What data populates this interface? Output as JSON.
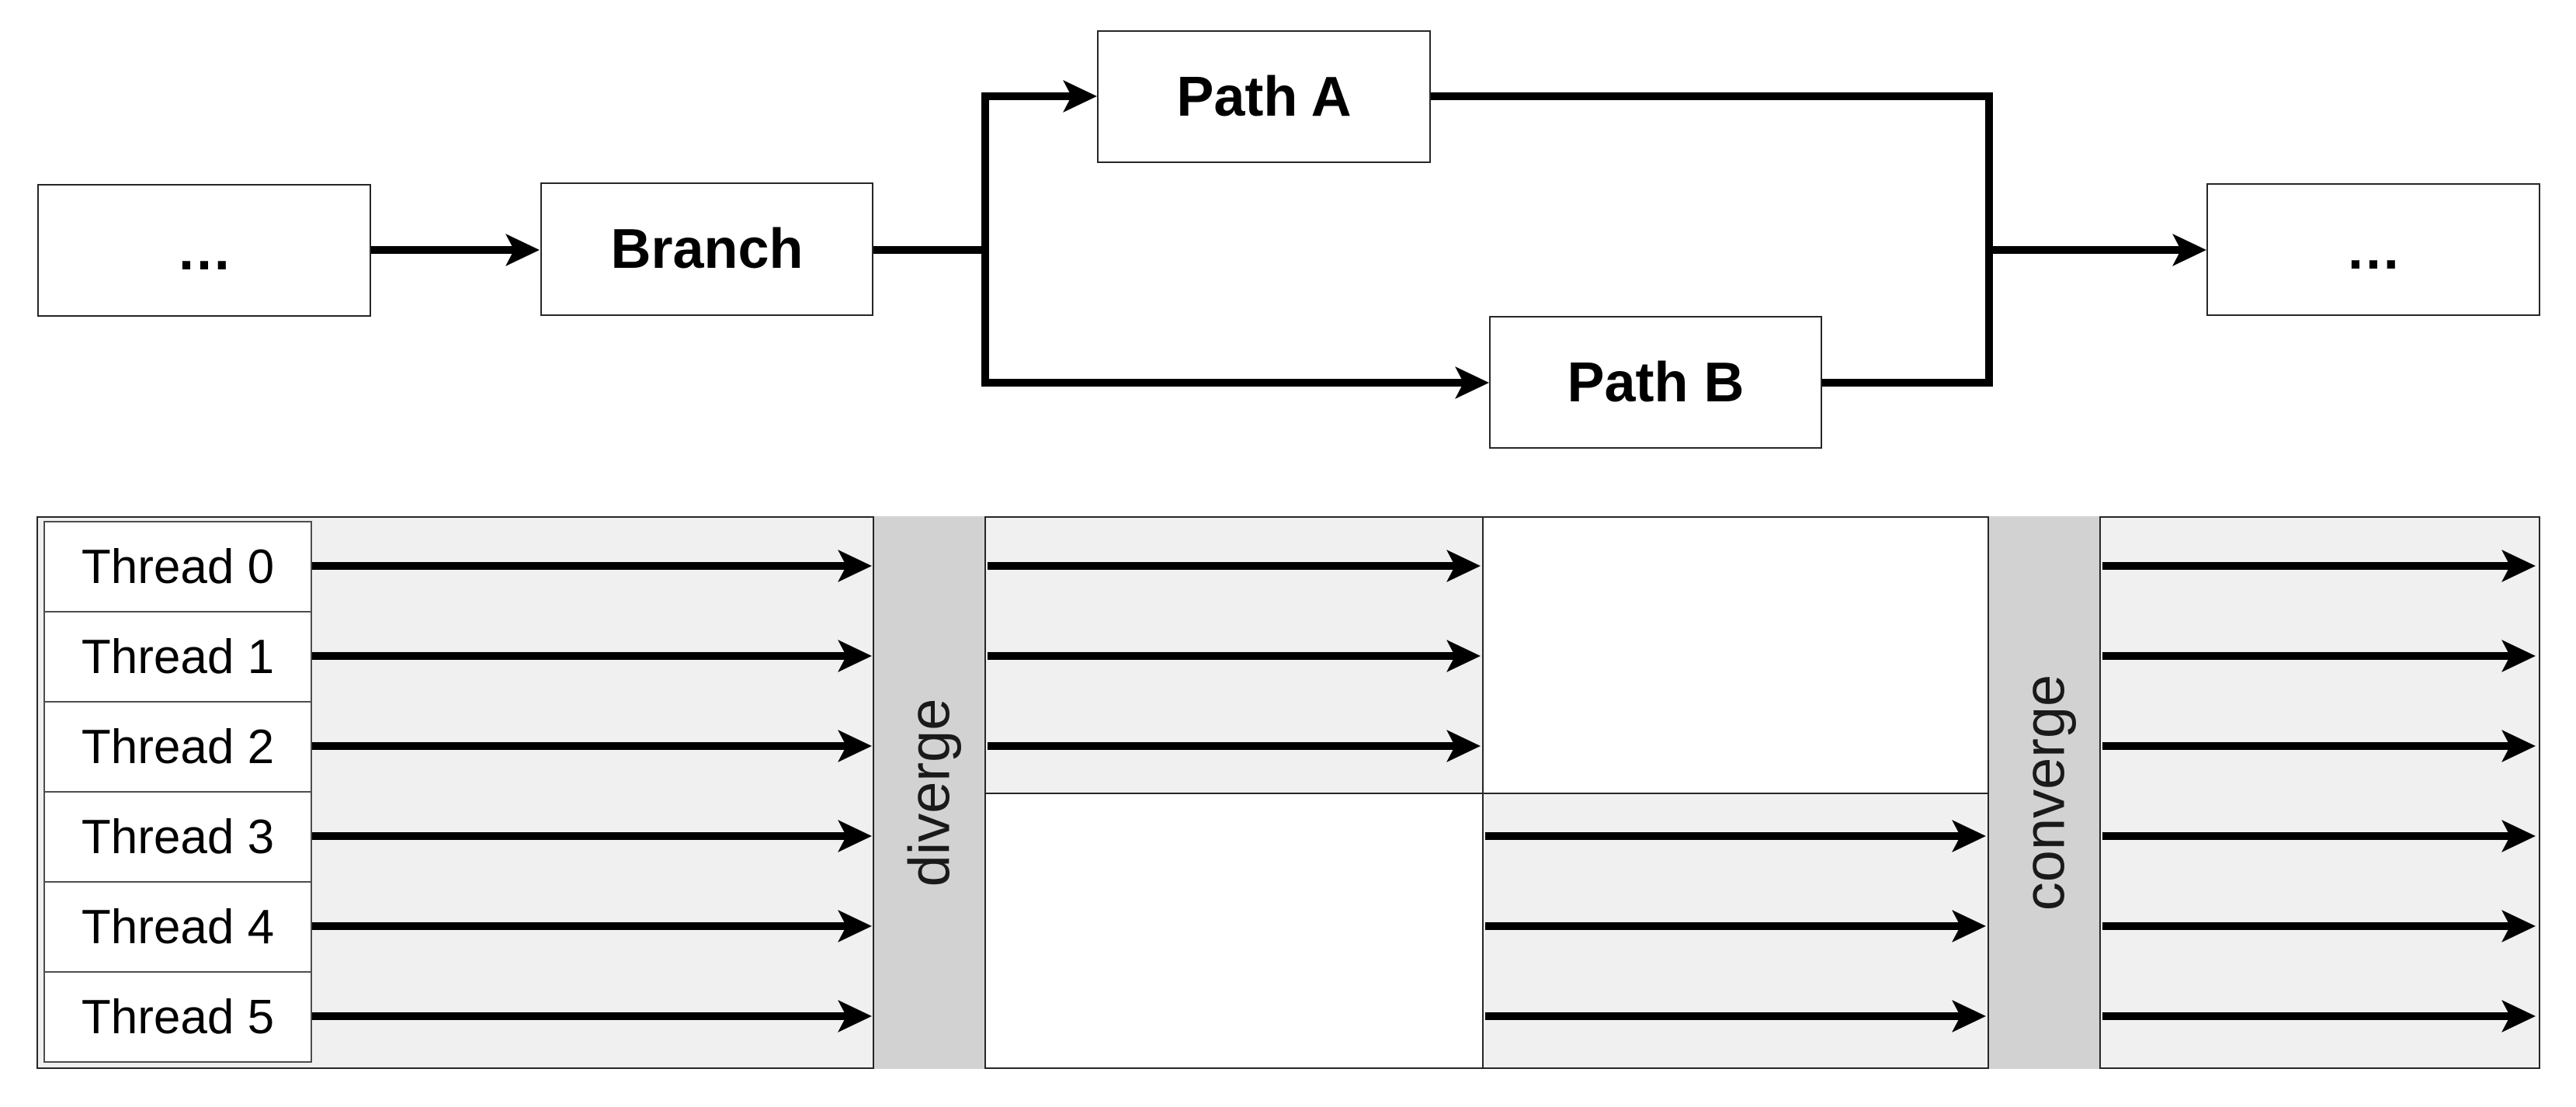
{
  "figure": {
    "title": "branch divergence diagram",
    "description_visible_text_only": true
  },
  "top_flow": {
    "nodes": [
      {
        "id": "prev",
        "label": "…"
      },
      {
        "id": "branch",
        "label": "Branch"
      },
      {
        "id": "path_a",
        "label": "Path A"
      },
      {
        "id": "path_b",
        "label": "Path B"
      },
      {
        "id": "next",
        "label": "…"
      }
    ]
  },
  "thread_diagram": {
    "threads": [
      "Thread 0",
      "Thread 1",
      "Thread 2",
      "Thread 3",
      "Thread 4",
      "Thread 5"
    ],
    "diverge_label": "diverge",
    "converge_label": "converge",
    "path_a_thread_rows": [
      0,
      1,
      2
    ],
    "path_b_thread_rows": [
      3,
      4,
      5
    ]
  },
  "colors": {
    "page_bg": "#ffffff",
    "lane_bg": "#f0f0f0",
    "bar_bg": "#d2d2d2",
    "arrow": "#000000",
    "border": "#262626",
    "box_border": "#262626"
  }
}
